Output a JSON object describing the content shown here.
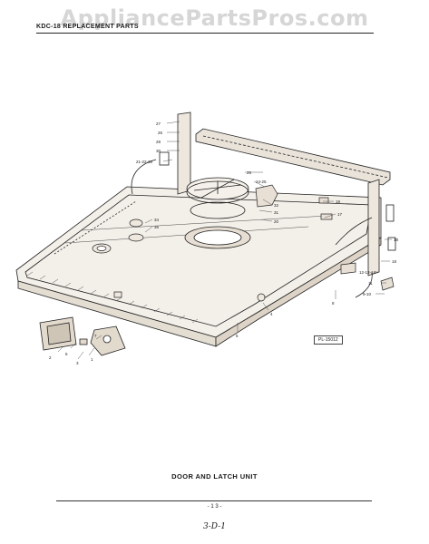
{
  "watermark": "AppliancePartsPros.com",
  "header": {
    "title": "KDC-18 REPLACEMENT PARTS"
  },
  "diagram": {
    "reference_code": "PL-15012",
    "callouts": [
      "27",
      "26",
      "28",
      "30",
      "21-22-33",
      "25",
      "24-25",
      "19",
      "17",
      "32",
      "34",
      "35",
      "31",
      "20",
      "18",
      "18",
      "12-13-14",
      "11",
      "9-10",
      "8",
      "4",
      "5",
      "3",
      "2",
      "1",
      "6",
      "7"
    ]
  },
  "caption": "DOOR AND LATCH UNIT",
  "footer": {
    "page_number": "- 1 3 -",
    "handwritten_note": "3-D-1"
  }
}
